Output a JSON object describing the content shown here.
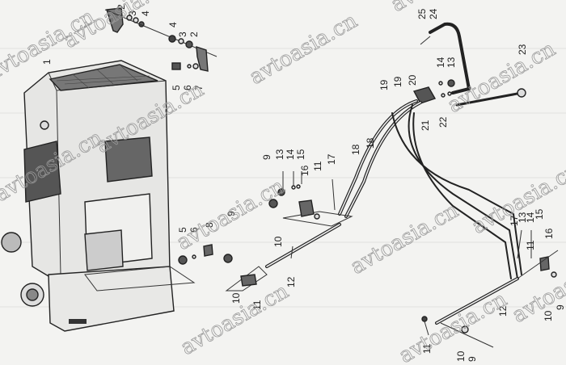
{
  "diagram": {
    "watermark": "avtoasia.cn",
    "callouts": [
      "1",
      "2",
      "3",
      "4",
      "4",
      "3",
      "2",
      "5",
      "6",
      "7",
      "25",
      "24",
      "23",
      "14",
      "13",
      "19",
      "19",
      "20",
      "21",
      "22",
      "9",
      "13",
      "14",
      "15",
      "16",
      "11",
      "17",
      "18",
      "18",
      "5",
      "6",
      "8",
      "9",
      "10",
      "12",
      "10",
      "11",
      "17",
      "13",
      "14",
      "15",
      "16",
      "11",
      "12",
      "10",
      "9",
      "11",
      "10",
      "9"
    ]
  }
}
